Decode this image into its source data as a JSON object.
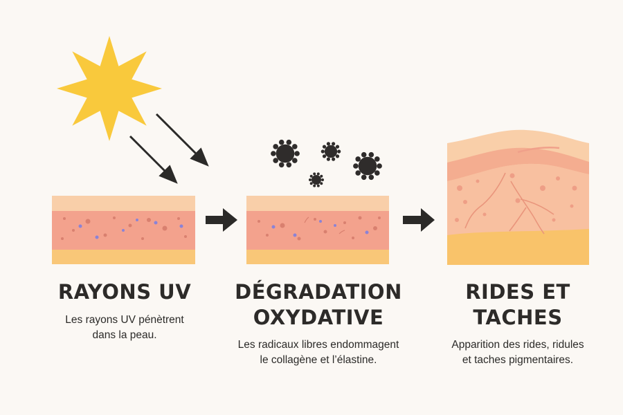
{
  "stages": [
    {
      "title_lines": [
        "RAYONS UV"
      ],
      "desc_lines": [
        "Les rayons UV pénètrent",
        "dans la peau."
      ]
    },
    {
      "title_lines": [
        "DÉGRADATION",
        "OXYDATIVE"
      ],
      "desc_lines": [
        "Les radicaux libres endommagent",
        "le collagène et l’élastine."
      ]
    },
    {
      "title_lines": [
        "RIDES ET",
        "TACHES"
      ],
      "desc_lines": [
        "Apparition des rides, ridules",
        "et taches pigmentaires."
      ]
    }
  ],
  "colors": {
    "background": "#fbf8f4",
    "sun": "#f9c93c",
    "skin_top": "#f9cfa9",
    "skin_middle": "#f3a28d",
    "skin_bottom": "#f9c778",
    "arrow": "#2b2a28",
    "radical": "#2f2c2b"
  },
  "icons": [
    "sun-icon",
    "uv-ray-arrow-icon",
    "flow-arrow-icon",
    "free-radical-icon"
  ]
}
